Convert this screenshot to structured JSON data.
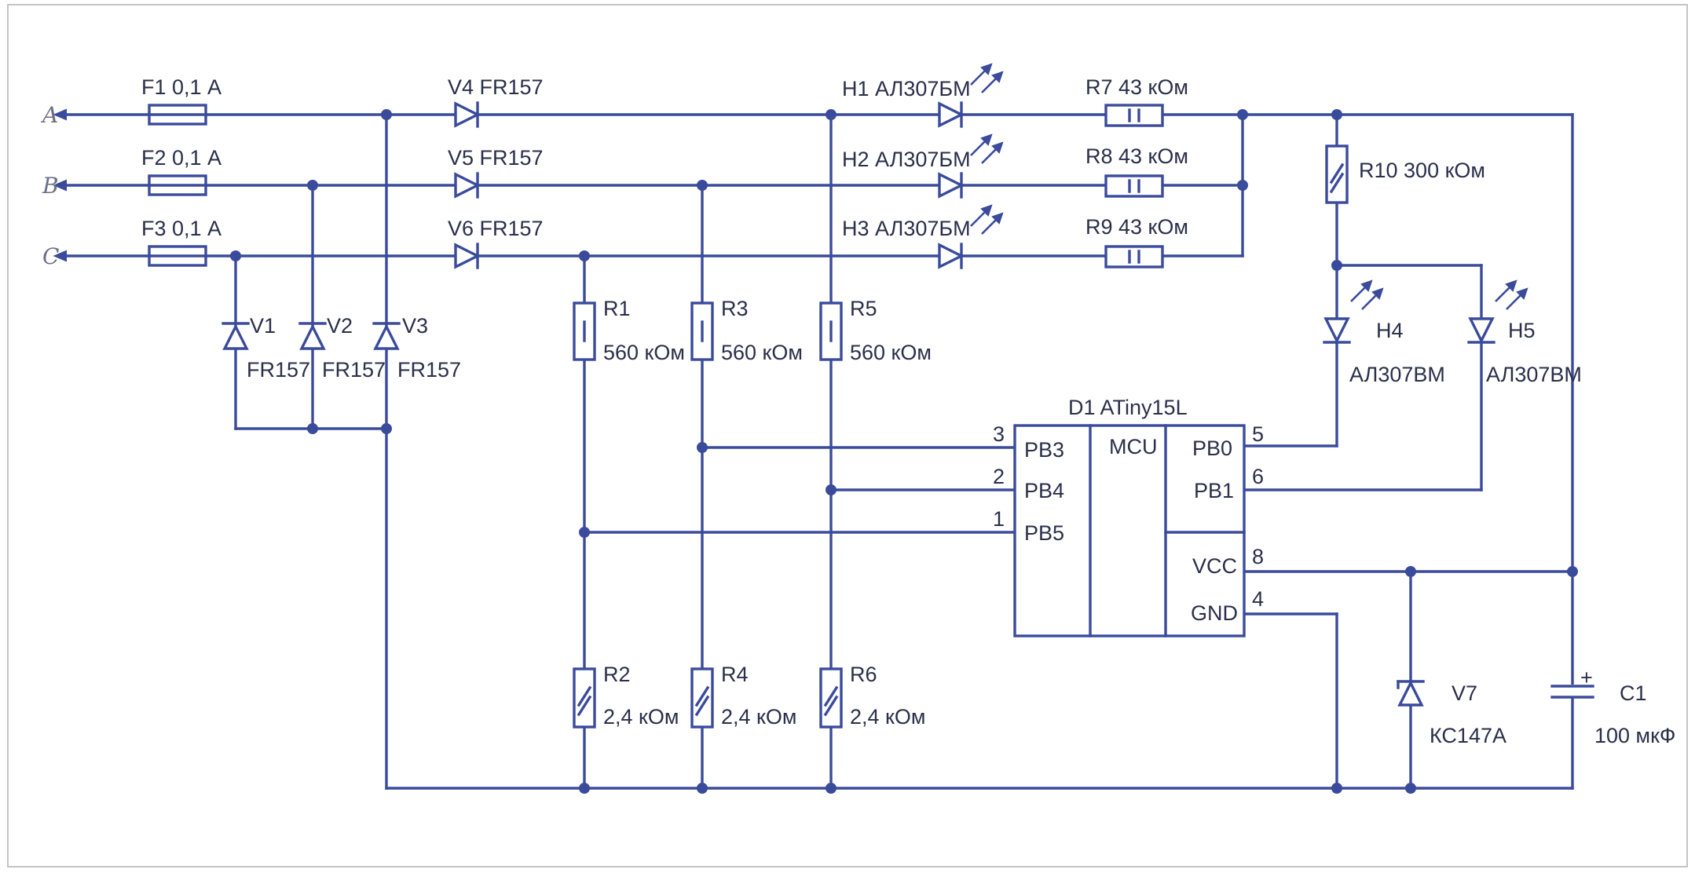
{
  "terminals": {
    "a": "A",
    "b": "B",
    "c": "C"
  },
  "labels": {
    "f1": "F1 0,1 А",
    "f2": "F2 0,1 А",
    "f3": "F3 0,1 А",
    "v4": "V4 FR157",
    "v5": "V5 FR157",
    "v6": "V6 FR157",
    "v1": "V1",
    "v2": "V2",
    "v3": "V3",
    "v1_type": "FR157",
    "v2_type": "FR157",
    "v3_type": "FR157",
    "h1": "H1 АЛ307БМ",
    "h2": "H2 АЛ307БМ",
    "h3": "H3 АЛ307БМ",
    "r7": "R7 43 кОм",
    "r8": "R8 43 кОм",
    "r9": "R9 43 кОм",
    "r10": "R10 300 кОм",
    "h4": "H4",
    "h5": "H5",
    "h4_type": "АЛ307ВМ",
    "h5_type": "АЛ307ВМ",
    "r1": "R1",
    "r3": "R3",
    "r5": "R5",
    "r1_val": "560 кОм",
    "r3_val": "560 кОм",
    "r5_val": "560 кОм",
    "r2": "R2",
    "r4": "R4",
    "r6": "R6",
    "r2_val": "2,4 кОм",
    "r4_val": "2,4 кОм",
    "r6_val": "2,4 кОм",
    "d1": "D1 ATiny15L",
    "mcu": "MCU",
    "pb3": "PB3",
    "pb4": "PB4",
    "pb5": "PB5",
    "pb0": "PB0",
    "pb1": "PB1",
    "vcc": "VCC",
    "gnd": "GND",
    "pin3": "3",
    "pin2": "2",
    "pin1": "1",
    "pin5": "5",
    "pin6": "6",
    "pin8": "8",
    "pin4": "4",
    "v7": "V7",
    "v7_type": "КС147А",
    "c1": "C1",
    "c1_val": "100 мкФ",
    "plus": "+"
  },
  "colors": {
    "wire": "#3a4b9c",
    "text": "#2a2f4a",
    "frame": "#c4c4c4"
  }
}
